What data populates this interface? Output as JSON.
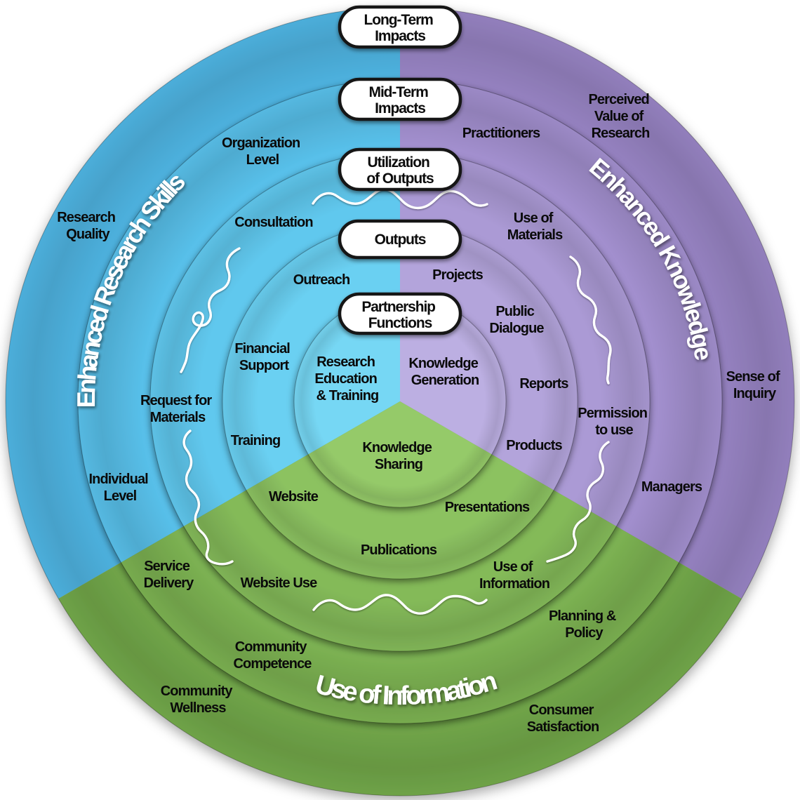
{
  "arc_titles": {
    "blue": "Enhanced Research Skills",
    "purple": "Enhanced Knowledge",
    "green": "Use of Information"
  },
  "pills": [
    {
      "lines": [
        "Long-Term",
        "Impacts"
      ]
    },
    {
      "lines": [
        "Mid-Term",
        "Impacts"
      ]
    },
    {
      "lines": [
        "Utilization",
        "of Outputs"
      ]
    },
    {
      "lines": [
        "Outputs"
      ]
    },
    {
      "lines": [
        "Partnership",
        "Functions"
      ]
    }
  ],
  "labels": {
    "blue": [
      {
        "id": "research-quality",
        "lines": [
          "Research",
          "Quality"
        ]
      },
      {
        "id": "organization-level",
        "lines": [
          "Organization",
          "Level"
        ]
      },
      {
        "id": "consultation",
        "lines": [
          "Consultation"
        ]
      },
      {
        "id": "outreach",
        "lines": [
          "Outreach"
        ]
      },
      {
        "id": "financial-support",
        "lines": [
          "Financial",
          "Support"
        ]
      },
      {
        "id": "research-education-training",
        "lines": [
          "Research",
          "Education",
          "& Training"
        ]
      },
      {
        "id": "request-for-materials",
        "lines": [
          "Request for",
          "Materials"
        ]
      },
      {
        "id": "training",
        "lines": [
          "Training"
        ]
      },
      {
        "id": "individual-level",
        "lines": [
          "Individual",
          "Level"
        ]
      }
    ],
    "purple": [
      {
        "id": "practitioners",
        "lines": [
          "Practitioners"
        ]
      },
      {
        "id": "perceived-value-of-research",
        "lines": [
          "Perceived",
          "Value of",
          "Research"
        ]
      },
      {
        "id": "use-of-materials",
        "lines": [
          "Use of",
          "Materials"
        ]
      },
      {
        "id": "projects",
        "lines": [
          "Projects"
        ]
      },
      {
        "id": "public-dialogue",
        "lines": [
          "Public",
          "Dialogue"
        ]
      },
      {
        "id": "reports",
        "lines": [
          "Reports"
        ]
      },
      {
        "id": "knowledge-generation",
        "lines": [
          "Knowledge",
          "Generation"
        ]
      },
      {
        "id": "products",
        "lines": [
          "Products"
        ]
      },
      {
        "id": "permission-to-use",
        "lines": [
          "Permission",
          "to use"
        ]
      },
      {
        "id": "managers",
        "lines": [
          "Managers"
        ]
      },
      {
        "id": "sense-of-inquiry",
        "lines": [
          "Sense of",
          "Inquiry"
        ]
      }
    ],
    "green": [
      {
        "id": "knowledge-sharing",
        "lines": [
          "Knowledge",
          "Sharing"
        ]
      },
      {
        "id": "website",
        "lines": [
          "Website"
        ]
      },
      {
        "id": "presentations",
        "lines": [
          "Presentations"
        ]
      },
      {
        "id": "publications",
        "lines": [
          "Publications"
        ]
      },
      {
        "id": "website-use",
        "lines": [
          "Website Use"
        ]
      },
      {
        "id": "service-delivery",
        "lines": [
          "Service",
          "Delivery"
        ]
      },
      {
        "id": "use-of-information",
        "lines": [
          "Use of",
          "Information"
        ]
      },
      {
        "id": "community-competence",
        "lines": [
          "Community",
          "Competence"
        ]
      },
      {
        "id": "community-wellness",
        "lines": [
          "Community",
          "Wellness"
        ]
      },
      {
        "id": "planning-policy",
        "lines": [
          "Planning &",
          "Policy"
        ]
      },
      {
        "id": "consumer-satisfaction",
        "lines": [
          "Consumer",
          "Satisfaction"
        ]
      }
    ]
  },
  "colors": {
    "blue_rings": [
      "#4fb5e3",
      "#58c0ea",
      "#60c8ee",
      "#6ad0f2",
      "#76d7f4"
    ],
    "purple_rings": [
      "#9884c4",
      "#a28fce",
      "#ab9ad5",
      "#b3a4db",
      "#bcafe2"
    ],
    "green_rings": [
      "#73a94a",
      "#7cb252",
      "#84ba59",
      "#8cc261",
      "#95ca69"
    ],
    "pill_fill": "#ffffff",
    "pill_border": "#151515",
    "label_color": "#0a0a0a",
    "title_color": "#ffffff"
  }
}
